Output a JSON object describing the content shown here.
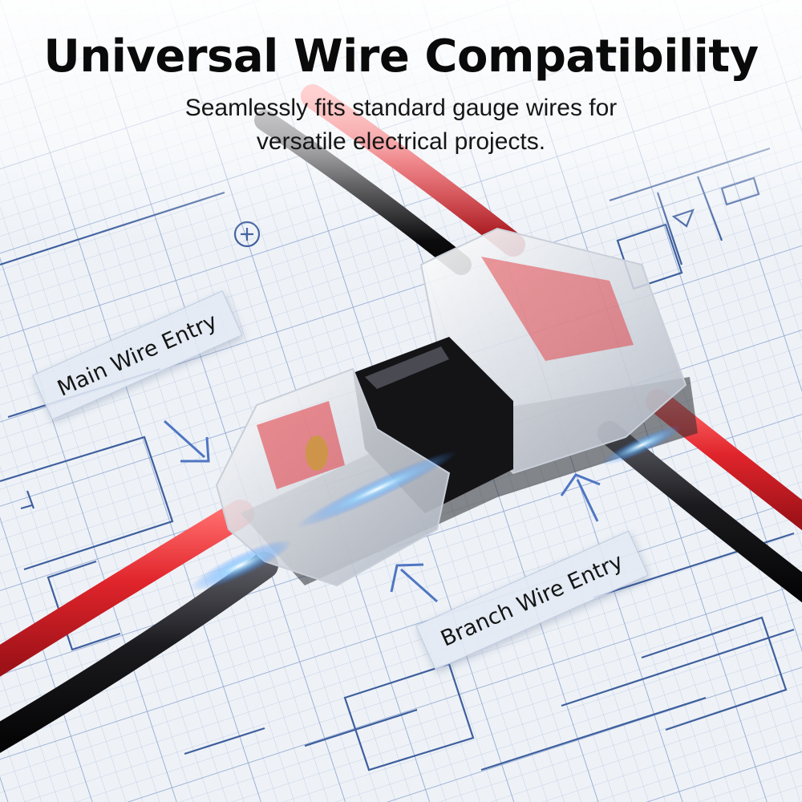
{
  "header": {
    "title": "Universal Wire Compatibility",
    "subtitle_line1": "Seamlessly fits standard gauge wires for",
    "subtitle_line2": "versatile electrical projects."
  },
  "callouts": {
    "main_wire_entry": "Main Wire Entry",
    "branch_wire_entry": "Branch Wire Entry"
  },
  "colors": {
    "background": "#eef2f7",
    "grid_line": "#9fb3d6",
    "blueprint_ink": "#3e5f9e",
    "red_wire": "#e0242b",
    "black_wire": "#1b1b1f",
    "connector_body": "#d9dde3",
    "connector_clip": "#111114",
    "arrow": "#4f76c2"
  }
}
